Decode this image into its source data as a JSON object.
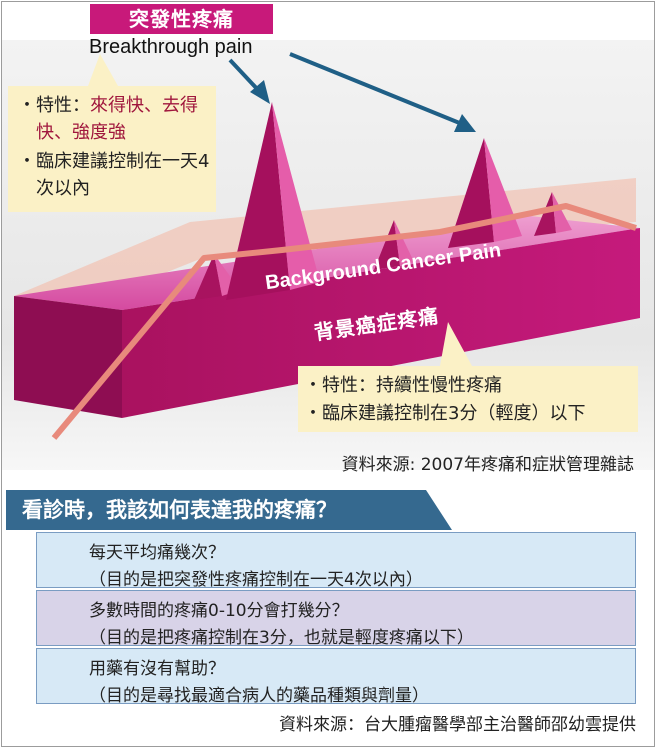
{
  "title": {
    "zh": "突發性疼痛",
    "en": "Breakthrough pain"
  },
  "callout_breakthrough": {
    "items": [
      {
        "bullet": "・",
        "label": "特性：",
        "value": "來得快、去得快、強度強"
      },
      {
        "bullet": "・",
        "text": "臨床建議控制在一天4次以內"
      }
    ]
  },
  "background_label": {
    "en": "Background Cancer Pain",
    "zh": "背景癌症疼痛"
  },
  "callout_background": {
    "items": [
      {
        "bullet": "・",
        "text": "特性：持續性慢性疼痛"
      },
      {
        "bullet": "・",
        "text": "臨床建議控制在3分（輕度）以下"
      }
    ]
  },
  "source_top": "資料來源: 2007年疼痛和症狀管理雜誌",
  "questions_title": "看診時，我該如何表達我的疼痛？",
  "questions": [
    {
      "q": "每天平均痛幾次？",
      "a": "（目的是把突發性疼痛控制在一天4次以內）",
      "bg": "#d7e9f6"
    },
    {
      "q": "多數時間的疼痛0-10分會打幾分？",
      "a": "（目的是把疼痛控制在3分，也就是輕度疼痛以下）",
      "bg": "#d8d3e8"
    },
    {
      "q": "用藥有沒有幫助？",
      "a": "（目的是尋找最適合病人的藥品種類與劑量）",
      "bg": "#d7e9f6"
    }
  ],
  "source_bottom": "資料來源：台大腫瘤醫學部主治醫師邵幼雲提供",
  "colors": {
    "magenta": "#c8197a",
    "pain_line": "#e88a7c",
    "callout_bg": "#fbf1c6",
    "arrow": "#1f5f86",
    "banner": "#35698f",
    "box_blue": "#d7e9f6",
    "box_purple": "#d8d3e8"
  }
}
